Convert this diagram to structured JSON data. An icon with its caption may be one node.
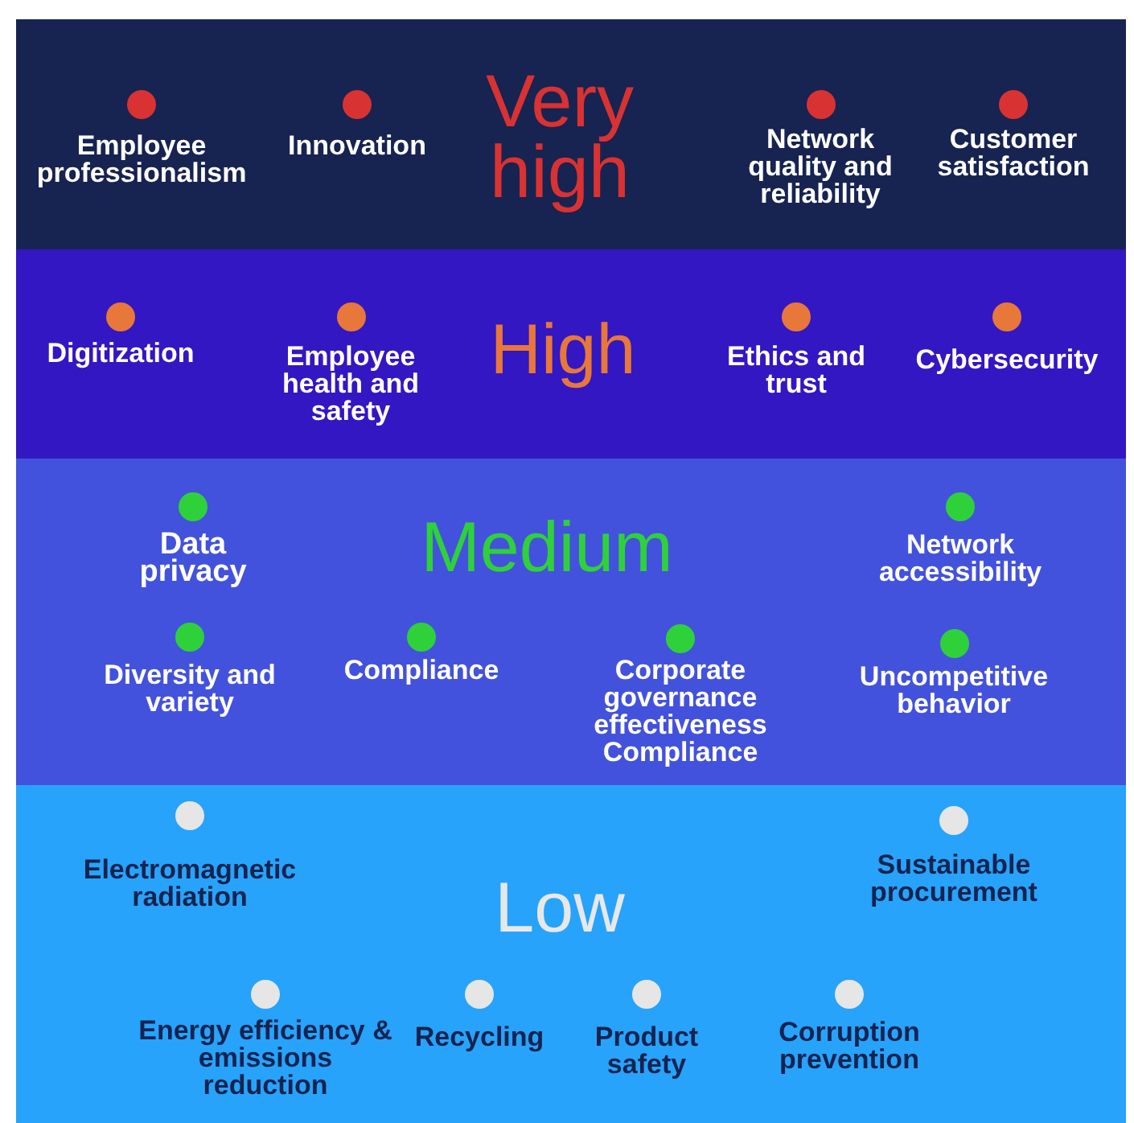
{
  "diagram": {
    "nodes": [
      {
        "text": [
          "Very high"
        ]
      },
      {
        "text": [
          "Employee professionalism"
        ],
        "in": 0
      },
      {
        "text": [
          "Innovation"
        ],
        "in": 0
      },
      {
        "text": [
          "Network quality and reliability"
        ],
        "in": 0
      },
      {
        "text": [
          "Customer satisfaction"
        ],
        "in": 0
      },
      {
        "text": [
          "High"
        ]
      },
      {
        "text": [
          "Digitization"
        ],
        "in": 5
      },
      {
        "text": [
          "Employee health and safety"
        ],
        "in": 5
      },
      {
        "text": [
          "Ethics and trust"
        ],
        "in": 5
      },
      {
        "text": [
          "Cybersecurity"
        ],
        "in": 5
      },
      {
        "text": [
          "Medium"
        ]
      },
      {
        "text": [
          "Data privacy"
        ],
        "in": 10
      },
      {
        "text": [
          "Network accessibility"
        ],
        "in": 10
      },
      {
        "text": [
          "Diversity and variety"
        ],
        "in": 10
      },
      {
        "text": [
          "Compliance"
        ],
        "in": 10
      },
      {
        "text": [
          "Corporate governance effectiveness Compliance"
        ],
        "in": 10
      },
      {
        "text": [
          "Uncompetitive behavior"
        ],
        "in": 10
      },
      {
        "text": [
          "Low"
        ]
      },
      {
        "text": [
          "Electromagnetic radiation"
        ],
        "in": 17
      },
      {
        "text": [
          "Sustainable procurement"
        ],
        "in": 17
      },
      {
        "text": [
          "Energy efficiency & emissions reduction"
        ],
        "in": 17
      },
      {
        "text": [
          "Recycling"
        ],
        "in": 17
      },
      {
        "text": [
          "Product safety"
        ],
        "in": 17
      },
      {
        "text": [
          "Corruption prevention"
        ],
        "in": 17
      }
    ]
  }
}
